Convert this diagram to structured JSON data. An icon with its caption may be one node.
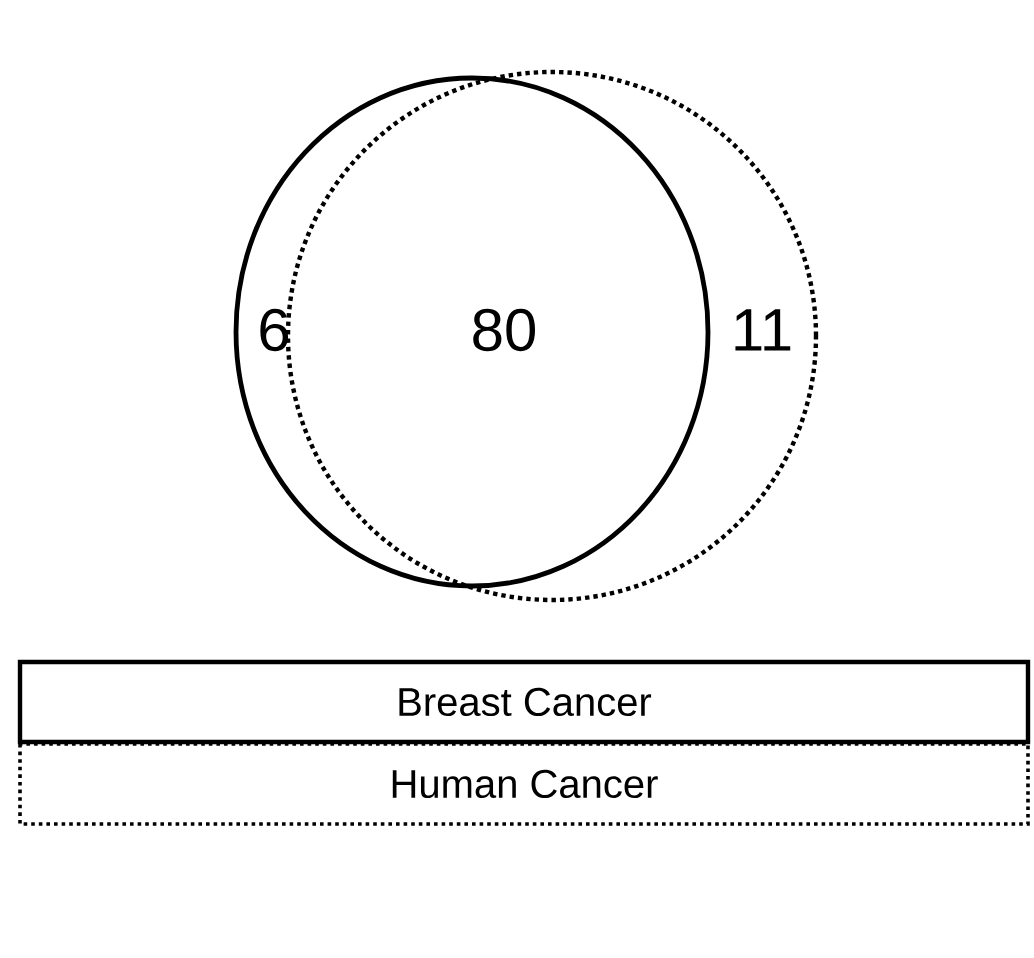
{
  "diagram": {
    "labels": [
      "6",
      "80",
      "11"
    ],
    "legend": [
      {
        "text": "Breast Cancer"
      },
      {
        "text": "Human Cancer"
      }
    ]
  }
}
